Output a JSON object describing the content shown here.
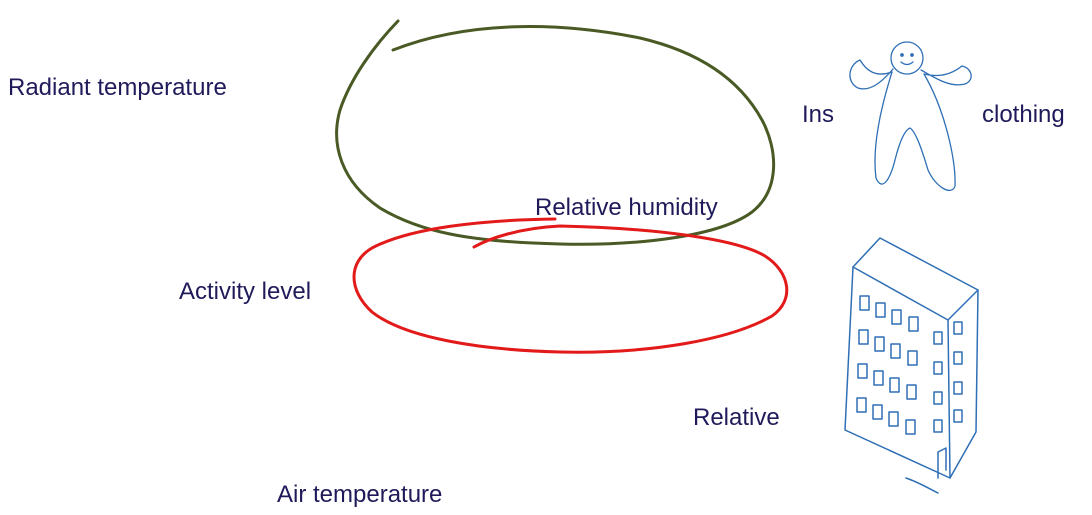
{
  "labels": {
    "radiant": "Radiant temperature",
    "insulation_left": "Ins",
    "insulation_right": "clothing",
    "humidity": "Relative humidity",
    "activity": "Activity level",
    "relative_partial": "Relative",
    "air": "Air temperature"
  },
  "colors": {
    "text": "#1f1a5a",
    "green_loop": "#4a5a24",
    "red_loop": "#e31a1a",
    "sketch": "#2e6fb5"
  },
  "icons": {
    "person": "waving-person-icon",
    "building": "building-icon"
  }
}
